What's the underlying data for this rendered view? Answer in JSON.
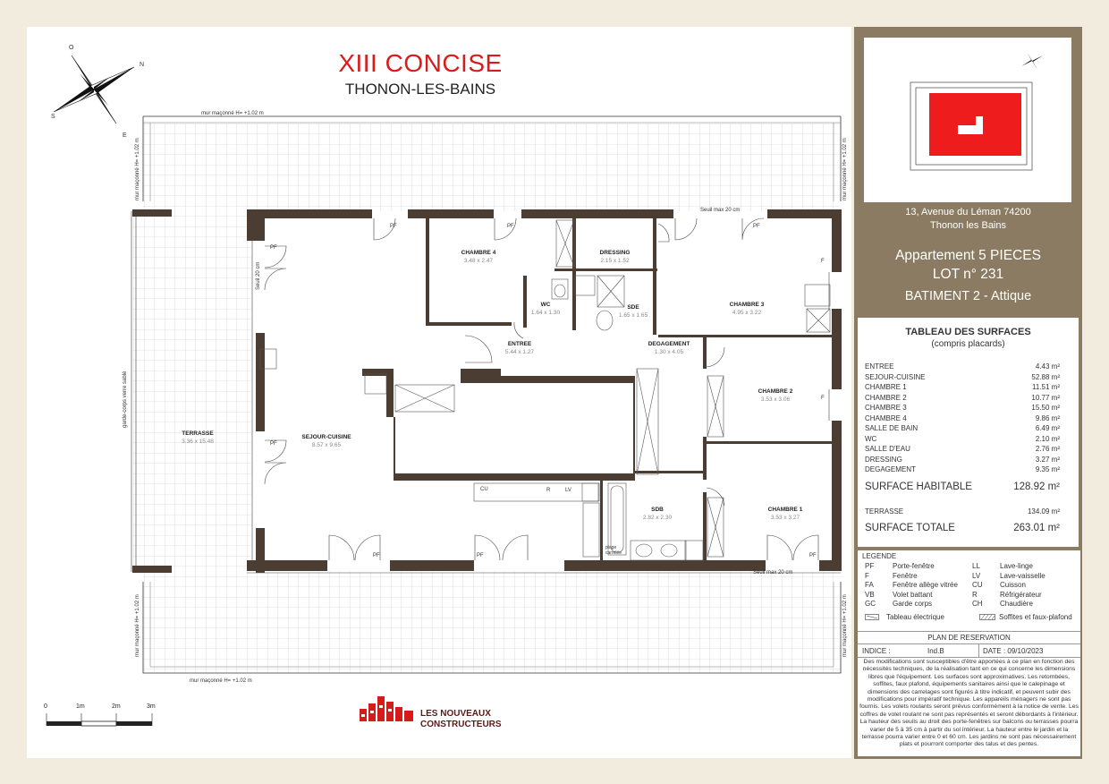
{
  "header": {
    "title": "XIII CONCISE",
    "city": "THONON-LES-BAINS"
  },
  "compass": {
    "o": "O",
    "n": "N",
    "s": "S",
    "e": "E"
  },
  "plan": {
    "wall_note": "mur maçonné H= +1.02 m",
    "seuil_top": "Seuil max 20 cm",
    "seuil_bottom": "Seuil max 20 cm",
    "seuil_left": "Seuil 20 cm",
    "garde_corps": "garde-corps verre sablé",
    "plage_carrelee": "plage carrelée",
    "rooms": {
      "chambre4": {
        "name": "CHAMBRE 4",
        "dim": "3.48 x 2.47"
      },
      "dressing": {
        "name": "DRESSING",
        "dim": "2.15 x 1.52"
      },
      "chambre3": {
        "name": "CHAMBRE 3",
        "dim": "4.95 x 3.22"
      },
      "wc": {
        "name": "WC",
        "dim": "1.64 x 1.30"
      },
      "sde": {
        "name": "SDE",
        "dim": "1.65 x 1.65"
      },
      "entree": {
        "name": "ENTREE",
        "dim": "5.44 x 1.27"
      },
      "degagement": {
        "name": "DEGAGEMENT",
        "dim": "1.30 x 4.05"
      },
      "chambre2": {
        "name": "CHAMBRE 2",
        "dim": "3.53 x 3.06"
      },
      "terrasse": {
        "name": "TERRASSE",
        "dim": "3.36 x 15.48"
      },
      "sejour": {
        "name": "SEJOUR-CUISINE",
        "dim": "8.57 x 9.65"
      },
      "sdb": {
        "name": "SDB",
        "dim": "2.82 x 2.30"
      },
      "chambre1": {
        "name": "CHAMBRE 1",
        "dim": "3.53 x 3.27"
      }
    },
    "codes": {
      "pf": "PF",
      "f": "F",
      "cu": "CU",
      "r": "R",
      "lv": "LV"
    }
  },
  "scale": {
    "labels": [
      "0",
      "1m",
      "2m",
      "3m"
    ]
  },
  "logo": {
    "line1": "LES NOUVEAUX",
    "line2": "CONSTRUCTEURS"
  },
  "panel": {
    "address_line1": "13, Avenue du Léman 74200",
    "address_line2": "Thonon les Bains",
    "appartement": "Appartement  5 PIECES",
    "lot": "LOT n° 231",
    "batiment": "BATIMENT 2 - Attique",
    "table_title": "TABLEAU DES SURFACES",
    "table_subtitle": "(compris placards)",
    "surfaces": [
      {
        "label": "ENTREE",
        "value": "4.43 m²"
      },
      {
        "label": "SEJOUR-CUISINE",
        "value": "52.88 m²"
      },
      {
        "label": "CHAMBRE 1",
        "value": "11.51 m²"
      },
      {
        "label": "CHAMBRE 2",
        "value": "10.77 m²"
      },
      {
        "label": "CHAMBRE 3",
        "value": "15.50 m²"
      },
      {
        "label": "CHAMBRE 4",
        "value": "9.86 m²"
      },
      {
        "label": "SALLE DE BAIN",
        "value": "6.49 m²"
      },
      {
        "label": "WC",
        "value": "2.10 m²"
      },
      {
        "label": "SALLE D'EAU",
        "value": "2.76 m²"
      },
      {
        "label": "DRESSING",
        "value": "3.27 m²"
      },
      {
        "label": "DEGAGEMENT",
        "value": "9.35 m²"
      }
    ],
    "surface_habitable_label": "SURFACE HABITABLE",
    "surface_habitable_value": "128.92 m²",
    "terrasse_label": "TERRASSE",
    "terrasse_value": "134.09 m²",
    "surface_totale_label": "SURFACE TOTALE",
    "surface_totale_value": "263.01 m²"
  },
  "legend": {
    "title": "LEGENDE",
    "left": [
      {
        "code": "PF",
        "label": "Porte-fenêtre"
      },
      {
        "code": "F",
        "label": "Fenêtre"
      },
      {
        "code": "FA",
        "label": "Fenêtre allège vitrée"
      },
      {
        "code": "VB",
        "label": "Volet battant"
      },
      {
        "code": "GC",
        "label": "Garde corps"
      }
    ],
    "right": [
      {
        "code": "LL",
        "label": "Lave-linge"
      },
      {
        "code": "LV",
        "label": "Lave-vaisselle"
      },
      {
        "code": "CU",
        "label": "Cuisson"
      },
      {
        "code": "R",
        "label": "Réfrigérateur"
      },
      {
        "code": "CH",
        "label": "Chaudière"
      }
    ],
    "tableau_electrique": "Tableau électrique",
    "soffites": "Soffites et faux-plafond",
    "plan_reservation": "PLAN DE RESERVATION",
    "indice_label": "INDICE :",
    "indice_value": "Ind.B",
    "date": "DATE : 09/10/2023",
    "disclaimer": "Des modifications sont susceptibles d'être apportées à ce plan en fonction des nécessités techniques, de la réalisation tant en ce qui concerne les dimensions libres que l'équipement. Les surfaces sont approximatives. Les retombées, soffites, faux plafond, équipements sanitaires ainsi que le calepinage et dimensions des carrelages sont figurés à titre indicatif, et peuvent subir des modifications pour impératif technique. Les appareils ménagers ne sont pas fournis. Les volets roulants seront prévus conformément à la notice de vente. Les coffres de volet roulant ne sont pas représentés et seront débordants à l'intérieur. La hauteur des seuils au droit des porte-fenêtres sur balcons ou terrasses pourra varier de 5 à 35 cm à partir du sol intérieur. La hauteur entre le jardin et la terrasse pourra varier entre 0 et 60 cm. Les jardins ne sont pas nécessairement plats et pourront comporter des talus et des pentes."
  },
  "colors": {
    "wall": "#4b3d31",
    "title_red": "#d81c1c",
    "panel": "#8b7b62",
    "lot_red": "#ee1c1c"
  }
}
